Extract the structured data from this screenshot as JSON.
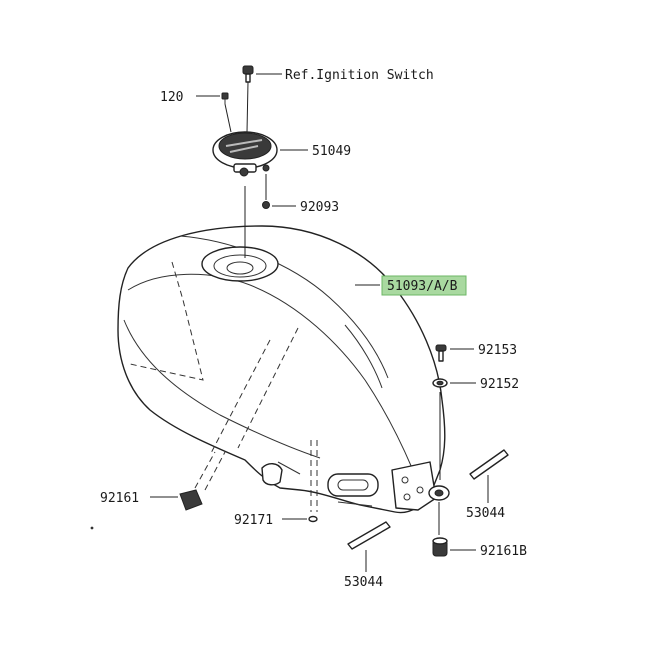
{
  "labels": {
    "ref_ignition": "Ref.Ignition Switch",
    "p120": "120",
    "p51049": "51049",
    "p92093": "92093",
    "p51093": "51093/A/B",
    "p92153": "92153",
    "p92152": "92152",
    "p92161": "92161",
    "p92171": "92171",
    "p53044_right": "53044",
    "p53044_bottom": "53044",
    "p92161b": "92161B"
  },
  "highlight_color": "#a9d9a0"
}
